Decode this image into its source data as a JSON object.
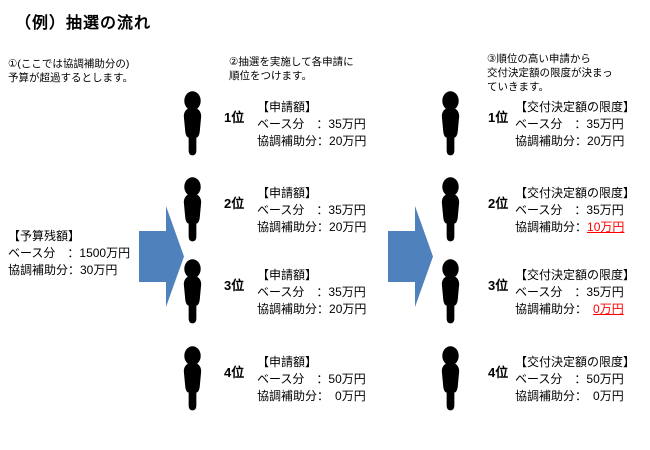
{
  "title": "（例）抽選の流れ",
  "notes": {
    "step1": {
      "lines": [
        "①(ここでは協調補助分の)",
        "予算が超過するとします。"
      ]
    },
    "step2": {
      "lines": [
        "②抽選を実施して各申請に",
        "順位をつけます。"
      ]
    },
    "step3": {
      "lines": [
        "③順位の高い申請から",
        "交付決定額の限度が決まっ",
        "ていきます。"
      ]
    }
  },
  "budget": {
    "header": "【予算残額】",
    "base": "ベース分　：1500万円",
    "kyocho": "協調補助分：30万円"
  },
  "middle": {
    "rows": [
      {
        "rank": "1位",
        "header": "【申請額】",
        "base": "ベース分　：35万円",
        "kyocho_label": "協調補助分：",
        "kyocho_value": "20万円"
      },
      {
        "rank": "2位",
        "header": "【申請額】",
        "base": "ベース分　：35万円",
        "kyocho_label": "協調補助分：",
        "kyocho_value": "20万円"
      },
      {
        "rank": "3位",
        "header": "【申請額】",
        "base": "ベース分　：35万円",
        "kyocho_label": "協調補助分：",
        "kyocho_value": "20万円"
      },
      {
        "rank": "4位",
        "header": "【申請額】",
        "base": "ベース分　：50万円",
        "kyocho_label": "協調補助分：",
        "kyocho_value": "　0万円"
      }
    ]
  },
  "right": {
    "rows": [
      {
        "rank": "1位",
        "header": "【交付決定額の限度】",
        "base": "ベース分　：35万円",
        "kyocho_label": "協調補助分：",
        "kyocho_value": "20万円"
      },
      {
        "rank": "2位",
        "header": "【交付決定額の限度】",
        "base": "ベース分　：35万円",
        "kyocho_label": "協調補助分：",
        "kyocho_value": "10万円"
      },
      {
        "rank": "3位",
        "header": "【交付決定額の限度】",
        "base": "ベース分　：35万円",
        "kyocho_label": "協調補助分：　",
        "kyocho_value": "0万円"
      },
      {
        "rank": "4位",
        "header": "【交付決定額の限度】",
        "base": "ベース分　：50万円",
        "kyocho_label": "協調補助分：　",
        "kyocho_value": "0万円"
      }
    ]
  },
  "icons": {
    "person": "person-silhouette-icon",
    "arrow": "right-block-arrow-icon"
  },
  "colors": {
    "arrow_blue": "#4f81bd",
    "highlight_red": "#ff0000",
    "text": "#000000",
    "background": "#ffffff"
  }
}
